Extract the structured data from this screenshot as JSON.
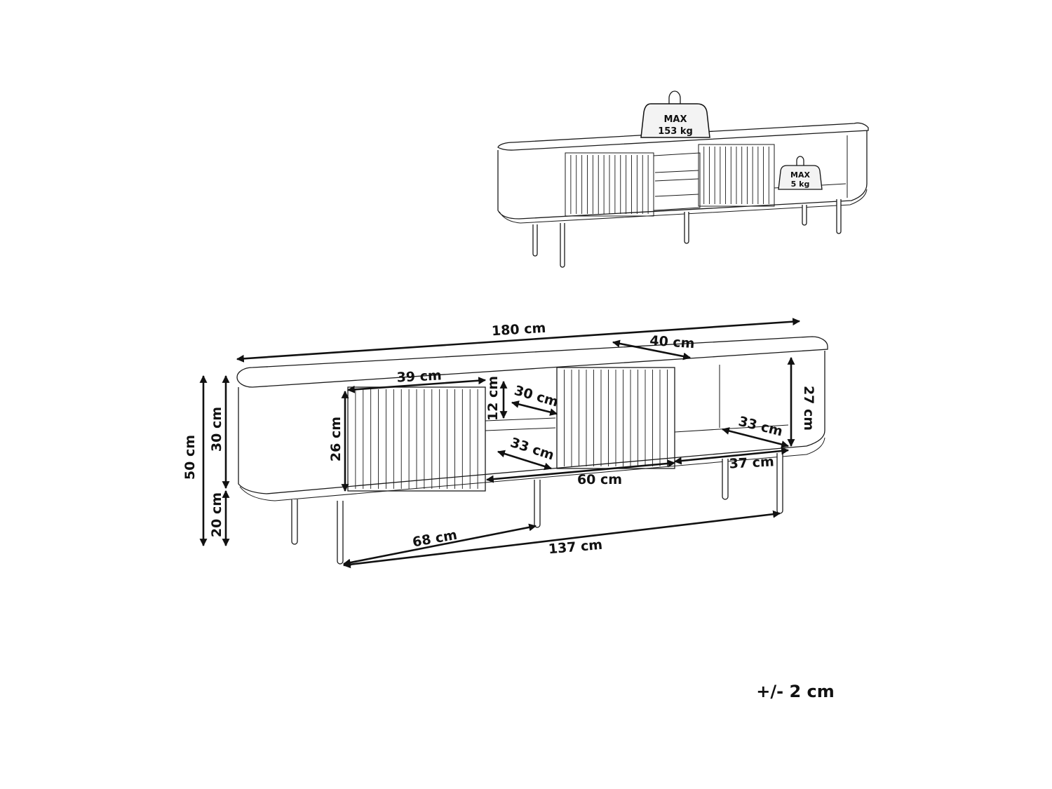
{
  "top_view": {
    "weight_top": {
      "line1": "MAX",
      "line2": "153 kg"
    },
    "weight_shelf": {
      "line1": "MAX",
      "line2": "5 kg"
    }
  },
  "dimensions": {
    "total_width": "180 cm",
    "depth": "40 cm",
    "door_width": "39 cm",
    "door_height": "26 cm",
    "drawer_height": "12 cm",
    "drawer_depth": "30 cm",
    "shelf_depth_center": "33 cm",
    "center_width": "60 cm",
    "shelf_depth_right": "33 cm",
    "right_width": "37 cm",
    "right_height": "27 cm",
    "total_height": "50 cm",
    "body_height": "30 cm",
    "leg_height": "20 cm",
    "leg_spacing_front": "68 cm",
    "leg_spacing_total": "137 cm"
  },
  "tolerance": "+/- 2 cm"
}
